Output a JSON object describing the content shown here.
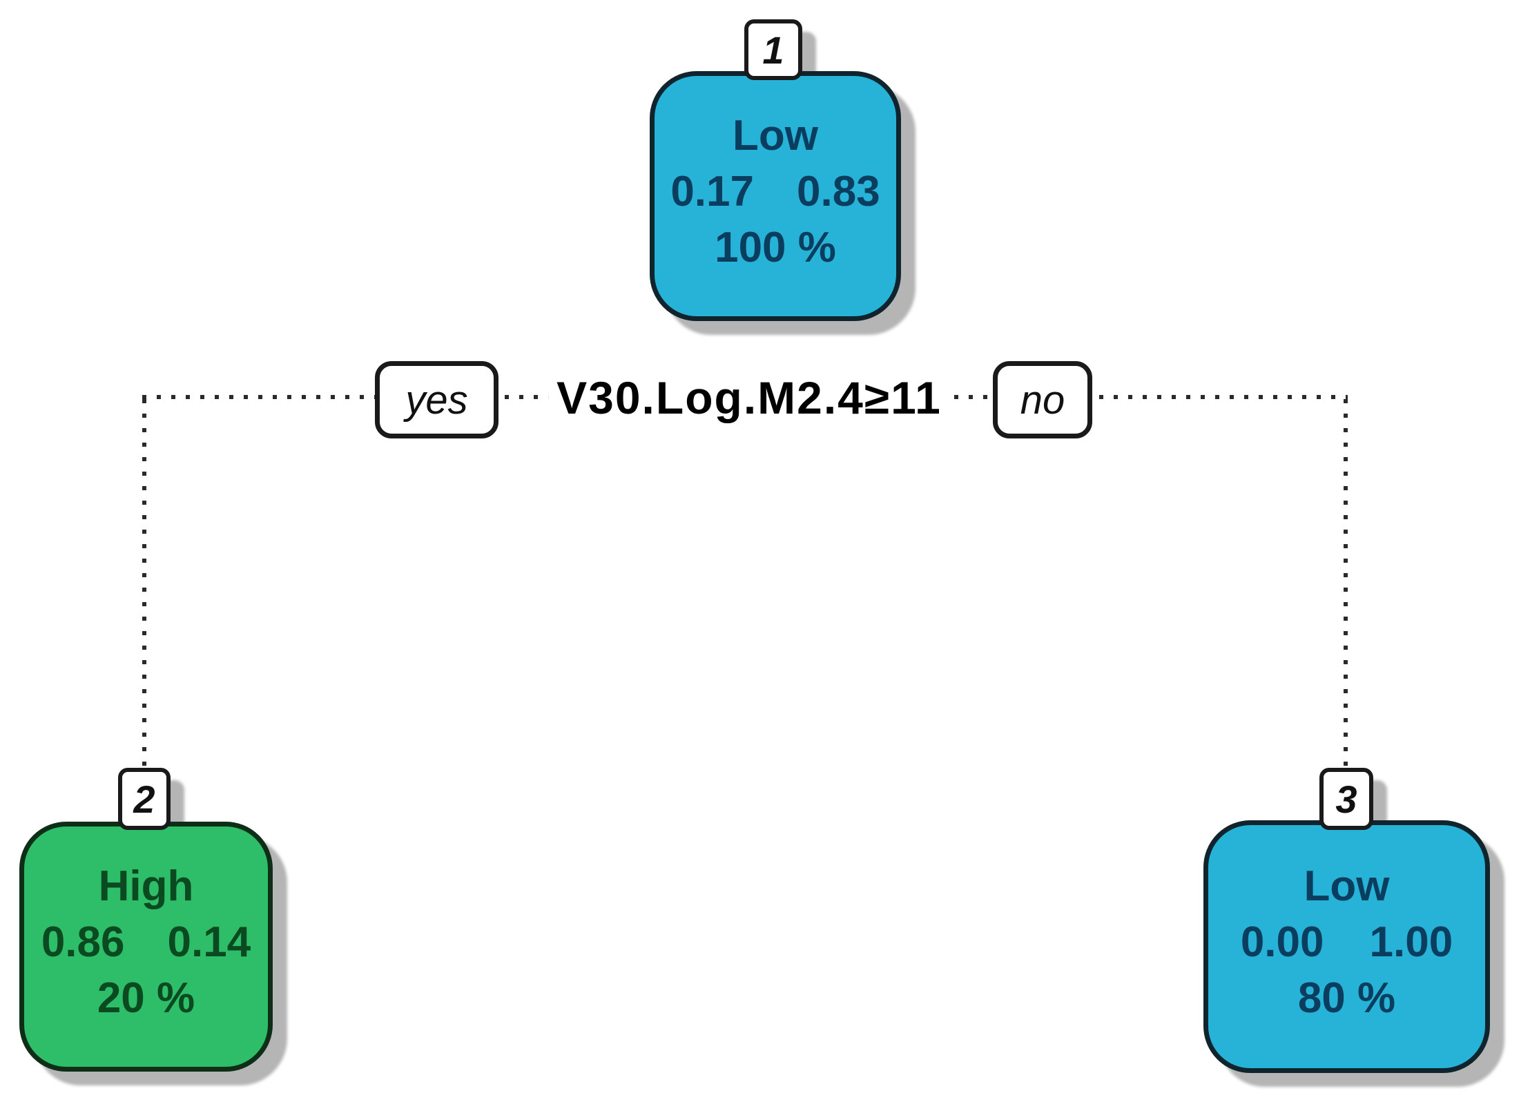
{
  "figure": {
    "type": "decision-tree",
    "split": {
      "condition": "V30.Log.M2.4≥11",
      "yes_label": "yes",
      "no_label": "no"
    },
    "nodes": [
      {
        "number": "1",
        "class": "Low",
        "prob_left": "0.17",
        "prob_right": "0.83",
        "coverage": "100 %"
      },
      {
        "number": "2",
        "class": "High",
        "prob_left": "0.86",
        "prob_right": "0.14",
        "coverage": "20 %"
      },
      {
        "number": "3",
        "class": "Low",
        "prob_left": "0.00",
        "prob_right": "1.00",
        "coverage": "80 %"
      }
    ],
    "colors": {
      "low_node_fill": "#27b2d8",
      "high_node_fill": "#2ebd68",
      "low_node_text": "#0a3d5e",
      "high_node_text": "#0b4a20",
      "shadow": "#b5b5b5",
      "line": "#2a2a2a"
    }
  }
}
